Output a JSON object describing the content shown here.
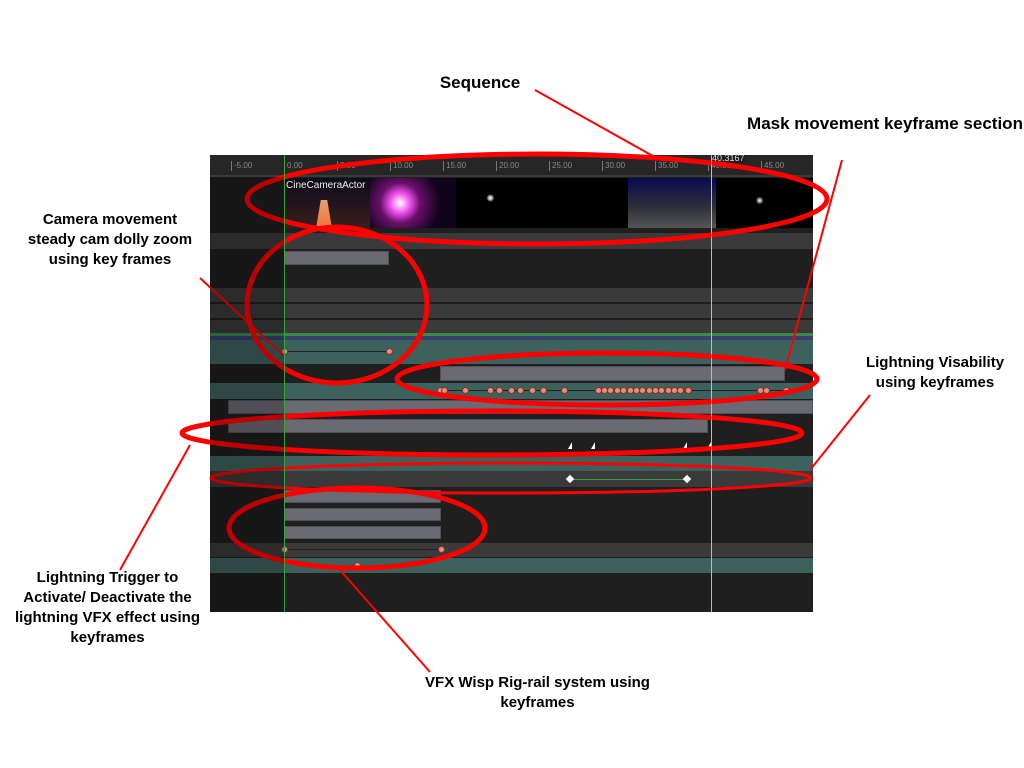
{
  "sequencer": {
    "ruler_ticks": [
      "-5.00",
      "0.00",
      "5.00",
      "10.00",
      "15.00",
      "20.00",
      "25.00",
      "30.00",
      "35.00",
      "40.00",
      "45.00"
    ],
    "playhead_time": "40.3167",
    "camera_track_label": "CineCameraActor",
    "playhead_seconds": 40.3,
    "camera_keys": [
      0,
      9.9
    ],
    "mask_keys": [
      14.7,
      15.1,
      17.1,
      19.4,
      20.3,
      21.4,
      22.3,
      23.4,
      24.4,
      26.4,
      29.6,
      30.2,
      30.8,
      31.4,
      32.0,
      32.6,
      33.2,
      33.8,
      34.4,
      35.0,
      35.6,
      36.2,
      36.8,
      37.4,
      38.0,
      38.1,
      44.9,
      45.5,
      47.4
    ],
    "visibility_keys": [
      27.0,
      38.0
    ],
    "wisp_keys": [
      0,
      14.8
    ],
    "wisp_extra_key": 6.9,
    "event_markers": [
      27.1,
      29.2,
      37.9,
      40.2
    ]
  },
  "annotations": {
    "sequence": "Sequence",
    "mask": "Mask movement keyframe section",
    "camera": "Camera movement steady cam dolly zoom using key frames",
    "visibility": "Lightning Visability using keyframes",
    "trigger": "Lightning Trigger to Activate/ Deactivate the lightning VFX effect using keyframes",
    "wisp": "VFX Wisp Rig-rail system using keyframes"
  },
  "colors": {
    "annotation": "#ff0000",
    "key": "#f08a7a"
  }
}
